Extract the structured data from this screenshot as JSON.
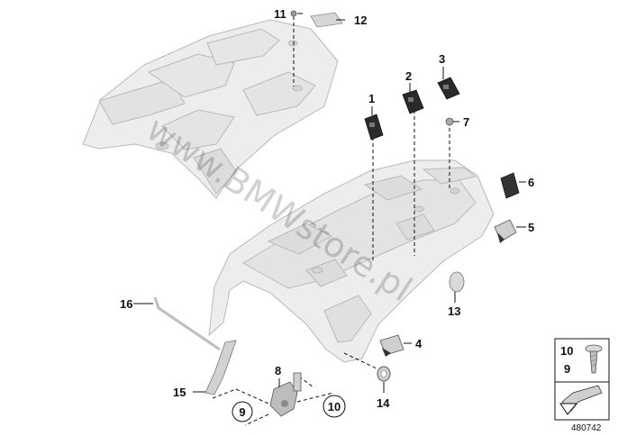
{
  "callouts": {
    "c1": "1",
    "c2": "2",
    "c3": "3",
    "c4": "4",
    "c5": "5",
    "c6": "6",
    "c7": "7",
    "c8": "8",
    "c9": "9",
    "c10": "10",
    "c11": "11",
    "c12": "12",
    "c13": "13",
    "c14": "14",
    "c15": "15",
    "c16": "16"
  },
  "legend": {
    "top_number": "10",
    "bottom_number": "9"
  },
  "watermark": "www.BMWstore.pl",
  "reference_number": "480742"
}
